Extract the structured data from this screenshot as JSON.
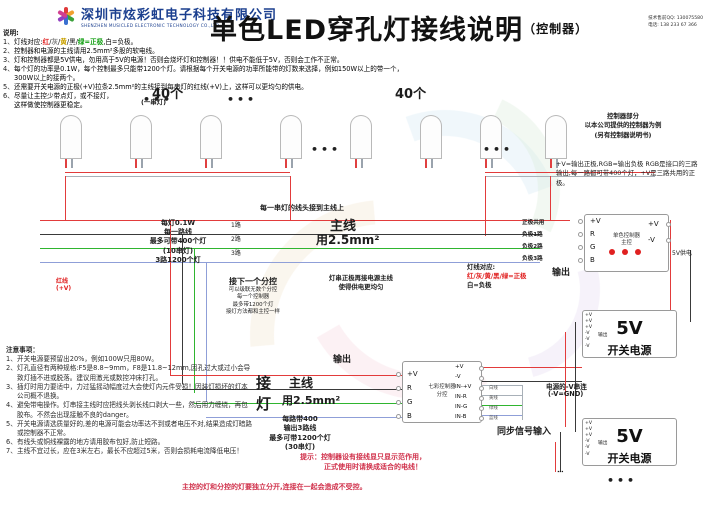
{
  "header": {
    "company_cn": "深圳市炫彩虹电子科技有限公司",
    "company_en": "SHENZHEN MUSICLED ELECTRONIC TECHNOLOGY CO.,LTD",
    "title": "单色LED穿孔灯接线说明",
    "title_suffix": "（控制器）",
    "contact_qq": "技术售前QQ: 130075580",
    "contact_tel": "电话: 138 233 67 366"
  },
  "instructions": {
    "heading": "说明:",
    "items": [
      {
        "n": "1、",
        "parts": [
          {
            "t": "灯线对应:",
            "c": "blk"
          },
          {
            "t": "红",
            "c": "red"
          },
          {
            "t": "/",
            "c": "blk"
          },
          {
            "t": "灰",
            "c": "gray"
          },
          {
            "t": "/",
            "c": "blk"
          },
          {
            "t": "黄",
            "c": "yel"
          },
          {
            "t": "/",
            "c": "blk"
          },
          {
            "t": "黑",
            "c": "blk"
          },
          {
            "t": "/",
            "c": "blk"
          },
          {
            "t": "绿=正极",
            "c": "grn"
          },
          {
            "t": ",白=负极。",
            "c": "blk"
          }
        ]
      },
      {
        "n": "2、",
        "parts": [
          {
            "t": "控制器和电源的主线请用2.5mm²多股的软电线。",
            "c": "blk"
          }
        ]
      },
      {
        "n": "3、",
        "parts": [
          {
            "t": "灯和控制器都是5V供电，勿用高于5V的电源！否则会烧坏灯和控制器！！供电不能低于5V，否则会工作不正常。",
            "c": "blk"
          }
        ]
      },
      {
        "n": "4、",
        "parts": [
          {
            "t": "每个灯的功率是0.1W，每个控制最多只能带1200个灯。请根据每个开关电源的功率所能带的灯数来选择，例如150W以上的带一个，300W以上的接两个。",
            "c": "blk"
          }
        ]
      },
      {
        "n": "5、",
        "parts": [
          {
            "t": "还需要开关电源的正极(+V)拉条2.5mm²的主线接到每串灯的红线(+V)上，这样可以更均匀的供电。",
            "c": "blk"
          }
        ]
      },
      {
        "n": "6、",
        "parts": [
          {
            "t": "尽量让主控少带点灯，或不接灯，",
            "c": "blk"
          }
        ]
      },
      {
        "n": "",
        "parts": [
          {
            "t": "这样做使控制器更稳定。",
            "c": "blk"
          }
        ]
      }
    ]
  },
  "diagram": {
    "string_count_left": "40个",
    "string_count_right": "40个",
    "string_label": "(一串灯)",
    "tap_note": "每一串灯的线头接到主线上",
    "per_lamp_spec": [
      "每灯0.1W",
      "每一路线",
      "最多可带400个灯",
      "(10串灯)",
      "3路1200个灯"
    ],
    "channel_labels": [
      "1路",
      "2路",
      "3路"
    ],
    "mainline_label": "主线",
    "mainline_spec": "用2.5mm²",
    "next_sub": "接下一个分控",
    "next_sub_note1": "可以级联无数个分控",
    "next_sub_note2": "每一个控制器",
    "next_sub_note3": "最多带1200个灯",
    "next_sub_note4": "接灯方法都和主控一样",
    "positive_note1": "灯串正极再接电源主线",
    "positive_note2": "使得供电更均匀",
    "wire_map_title": "灯线对应:",
    "wire_map_pos": "红/灰/黄/黑/绿=正极",
    "wire_map_neg": "白=负极",
    "connect_lamp": [
      "接",
      "灯"
    ],
    "sub_spec": [
      "每路带400",
      "输出3路线",
      "最多可带1200个灯",
      "(30串灯)"
    ],
    "output_label": "输出",
    "sync_input_label": "同步信号输入"
  },
  "controller_section": {
    "title": "控制器部分",
    "sub1": "以本公司提供的控制器为例",
    "sub2": "(另有控制器说明书)",
    "desc": "+V=输出正极,RGB=输出负极 RGB是接口的三路输出,每一路都可带400个灯，+V是三路共用的正极。",
    "main_box_title_1": "单色控制器",
    "main_box_title_2": "主控",
    "main_in_pins": [
      "+V",
      "R",
      "G",
      "B"
    ],
    "main_out_pins": [
      "+V",
      "-V"
    ],
    "main_left_labels": [
      "正极共用",
      "负极1路",
      "负极2路",
      "负极3路"
    ],
    "main_output_label": "输出",
    "psu_feed_label": "5V供电",
    "sub_box_title_1": "七彩控制器",
    "sub_box_title_2": "分控",
    "sub_in_pins": [
      "+V",
      "R",
      "G",
      "B"
    ],
    "sub_out_pins": [
      "+V",
      "-V",
      "IN-+V",
      "IN-R",
      "IN-G",
      "IN-B"
    ],
    "sub_wire_labels": [
      "白线",
      "黄线",
      "绿线",
      "蓝线"
    ]
  },
  "psu": {
    "volt": "5V",
    "name": "开关电源",
    "output_label": "输出",
    "pins_pos": [
      "+V",
      "+V",
      "+V"
    ],
    "pins_neg": [
      "-V",
      "-V",
      "-V"
    ],
    "series_note1": "电源的-V串连",
    "series_note2": "(-V=GND)"
  },
  "notes": {
    "heading": "注意事项：",
    "items": [
      {
        "n": "1、",
        "t": "开关电源要预留出20%，例如100W只用80W。"
      },
      {
        "n": "2、",
        "t": "灯孔直径有两种规格:F5是8.8~9mm，F8是11.8~12mm,因孔过大或过小会导致灯插不进或脱落。建议用激光或数控冲床打孔。"
      },
      {
        "n": "3、",
        "t": "插灯时用力要适中，力过猛摇动幅度过大会使灯内元件受损！因装灯损坏的灯本公司概不退换。"
      },
      {
        "n": "4、",
        "t": "避免带电操作。灯串接主线时应把线头剥长线口剥大一些，然后用力缠绕，再包胶布。不然会出现接触不良的danger。"
      },
      {
        "n": "5、",
        "t": "开关电源请选质量好的,差的电源可能会功率达不到或者电压不对,结果造成灯暗路或控制器不正常。"
      },
      {
        "n": "6、",
        "t": "有线头或铜线裸露的地方请用胶布包好,防止短路。"
      },
      {
        "n": "7、",
        "t": "主线不宜过长，应在3米左右，最长不应超过5米，否则会损耗电流降低电压！"
      }
    ]
  },
  "tips": {
    "tip1_line1": "提示：控制器设有接线显只显示范作用，",
    "tip1_line2": "正式使用时请换成适合的电线！",
    "tip2": "主控的灯和分控的灯要独立分开,连接在一起会造成不受控。"
  }
}
